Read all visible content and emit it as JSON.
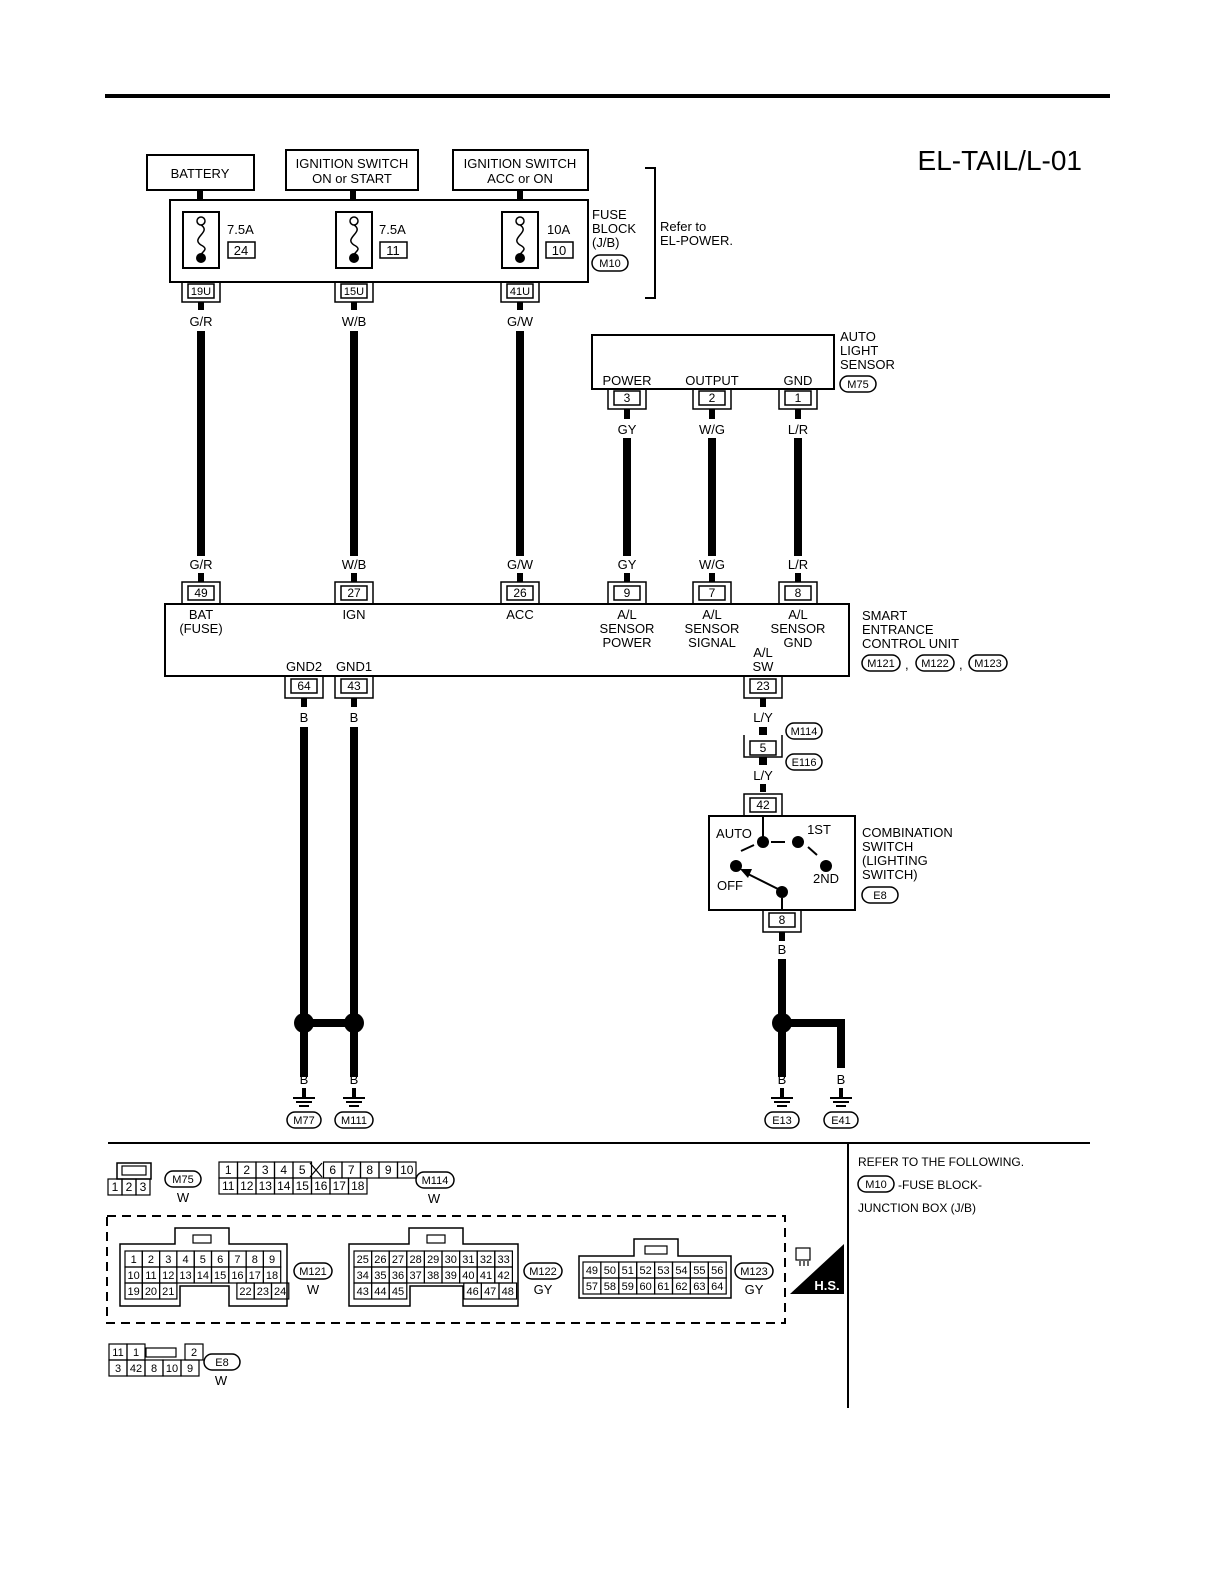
{
  "diagram_id": "EL-TAIL/L-01",
  "power_sources": [
    "BATTERY",
    "IGNITION SWITCH",
    "ON or START",
    "IGNITION SWITCH",
    "ACC or ON"
  ],
  "fuses": [
    {
      "rating": "7.5A",
      "number": "24",
      "terminal": "19U",
      "wire": "G/R"
    },
    {
      "rating": "7.5A",
      "number": "11",
      "terminal": "15U",
      "wire": "W/B"
    },
    {
      "rating": "10A",
      "number": "10",
      "terminal": "41U",
      "wire": "G/W"
    }
  ],
  "fuse_block": {
    "lines": [
      "FUSE",
      "BLOCK",
      "(J/B)"
    ],
    "connector": "M10",
    "refer": [
      "Refer to",
      "EL-POWER."
    ]
  },
  "sensor": {
    "lines": [
      "AUTO",
      "LIGHT",
      "SENSOR"
    ],
    "connector": "M75",
    "pins": [
      {
        "label": "POWER",
        "number": "3",
        "wire": "GY"
      },
      {
        "label": "OUTPUT",
        "number": "2",
        "wire": "W/G"
      },
      {
        "label": "GND",
        "number": "1",
        "wire": "L/R"
      }
    ]
  },
  "unit": {
    "lines": [
      "SMART",
      "ENTRANCE",
      "CONTROL UNIT"
    ],
    "connectors": [
      "M121",
      "M122",
      "M123"
    ],
    "top_pins": [
      {
        "number": "49",
        "wire": "G/R",
        "label": [
          "BAT",
          "(FUSE)"
        ]
      },
      {
        "number": "27",
        "wire": "W/B",
        "label": [
          "IGN"
        ]
      },
      {
        "number": "26",
        "wire": "G/W",
        "label": [
          "ACC"
        ]
      },
      {
        "number": "9",
        "wire": "GY",
        "label": [
          "A/L",
          "SENSOR",
          "POWER"
        ]
      },
      {
        "number": "7",
        "wire": "W/G",
        "label": [
          "A/L",
          "SENSOR",
          "SIGNAL"
        ]
      },
      {
        "number": "8",
        "wire": "L/R",
        "label": [
          "A/L",
          "SENSOR",
          "GND"
        ]
      }
    ],
    "bottom_pins": [
      {
        "number": "64",
        "label": "GND2",
        "wire": "B"
      },
      {
        "number": "43",
        "label": "GND1",
        "wire": "B"
      },
      {
        "number": "23",
        "label": [
          "A/L",
          "SW"
        ],
        "wire": "L/Y"
      }
    ]
  },
  "joint": {
    "number": "5",
    "wire_above": "L/Y",
    "wire_below": "L/Y",
    "connector_top": "M114",
    "connector_bottom": "E116"
  },
  "switch": {
    "lines": [
      "COMBINATION",
      "SWITCH",
      "(LIGHTING",
      "SWITCH)"
    ],
    "connector": "E8",
    "pin_top": "42",
    "pin_bottom": "8",
    "wire_bottom": "B",
    "positions": [
      "AUTO",
      "1ST",
      "OFF",
      "2ND"
    ]
  },
  "grounds": [
    {
      "wire": "B",
      "connector": "M77"
    },
    {
      "wire": "B",
      "connector": "M111"
    },
    {
      "wire": "B",
      "connector": "E13"
    },
    {
      "wire": "B",
      "connector": "E41"
    }
  ],
  "connector_views": {
    "m75": {
      "id": "M75",
      "color": "W",
      "rows": [
        [
          "1",
          "2",
          "3"
        ]
      ]
    },
    "m114": {
      "id": "M114",
      "color": "W",
      "rows": [
        [
          "1",
          "2",
          "3",
          "4",
          "5",
          "",
          "6",
          "7",
          "8",
          "9",
          "10"
        ],
        [
          "11",
          "12",
          "13",
          "14",
          "15",
          "16",
          "17",
          "18"
        ]
      ]
    },
    "m121": {
      "id": "M121",
      "color": "W",
      "rows": [
        [
          "1",
          "2",
          "3",
          "4",
          "5",
          "6",
          "7",
          "8",
          "9"
        ],
        [
          "10",
          "11",
          "12",
          "13",
          "14",
          "15",
          "16",
          "17",
          "18"
        ],
        [
          "19",
          "20",
          "21",
          "",
          "22",
          "23",
          "24"
        ]
      ]
    },
    "m122": {
      "id": "M122",
      "color": "GY",
      "rows": [
        [
          "25",
          "26",
          "27",
          "28",
          "29",
          "30",
          "31",
          "32",
          "33"
        ],
        [
          "34",
          "35",
          "36",
          "37",
          "38",
          "39",
          "40",
          "41",
          "42"
        ],
        [
          "43",
          "44",
          "45",
          "",
          "46",
          "47",
          "48"
        ]
      ]
    },
    "m123": {
      "id": "M123",
      "color": "GY",
      "rows": [
        [
          "49",
          "50",
          "51",
          "52",
          "53",
          "54",
          "55",
          "56"
        ],
        [
          "57",
          "58",
          "59",
          "60",
          "61",
          "62",
          "63",
          "64"
        ]
      ]
    },
    "e8": {
      "id": "E8",
      "color": "W",
      "rows": [
        [
          "11",
          "1",
          "",
          "2"
        ],
        [
          "3",
          "42",
          "8",
          "10",
          "9"
        ]
      ]
    }
  },
  "refer_text": {
    "title": "REFER TO THE FOLLOWING.",
    "connector": "M10",
    "line1": "-FUSE BLOCK-",
    "line2": "JUNCTION BOX (J/B)"
  },
  "hs_badge": "H.S."
}
